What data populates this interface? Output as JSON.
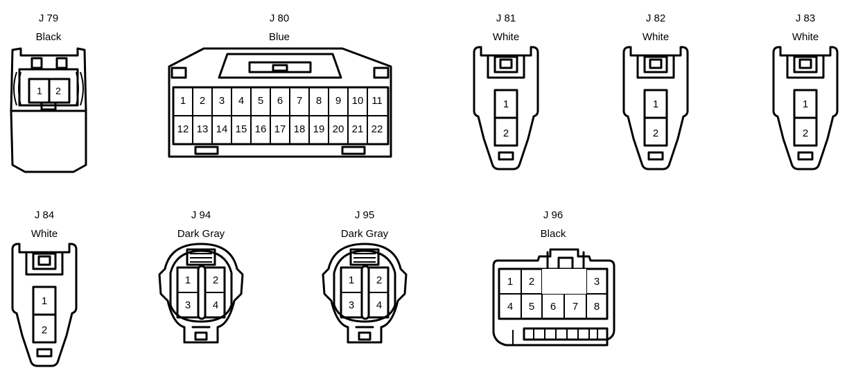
{
  "connectors": [
    {
      "id": "J 79",
      "color": "Black",
      "pins": [
        "1",
        "2"
      ]
    },
    {
      "id": "J 80",
      "color": "Blue",
      "pins": [
        "1",
        "2",
        "3",
        "4",
        "5",
        "6",
        "7",
        "8",
        "9",
        "10",
        "11",
        "12",
        "13",
        "14",
        "15",
        "16",
        "17",
        "18",
        "19",
        "20",
        "21",
        "22"
      ]
    },
    {
      "id": "J 81",
      "color": "White",
      "pins": [
        "1",
        "2"
      ]
    },
    {
      "id": "J 82",
      "color": "White",
      "pins": [
        "1",
        "2"
      ]
    },
    {
      "id": "J 83",
      "color": "White",
      "pins": [
        "1",
        "2"
      ]
    },
    {
      "id": "J 84",
      "color": "White",
      "pins": [
        "1",
        "2"
      ]
    },
    {
      "id": "J 94",
      "color": "Dark Gray",
      "pins": [
        "1",
        "2",
        "3",
        "4"
      ]
    },
    {
      "id": "J 95",
      "color": "Dark Gray",
      "pins": [
        "1",
        "2",
        "3",
        "4"
      ]
    },
    {
      "id": "J 96",
      "color": "Black",
      "pins": [
        "1",
        "2",
        "3",
        "4",
        "5",
        "6",
        "7",
        "8"
      ]
    }
  ]
}
